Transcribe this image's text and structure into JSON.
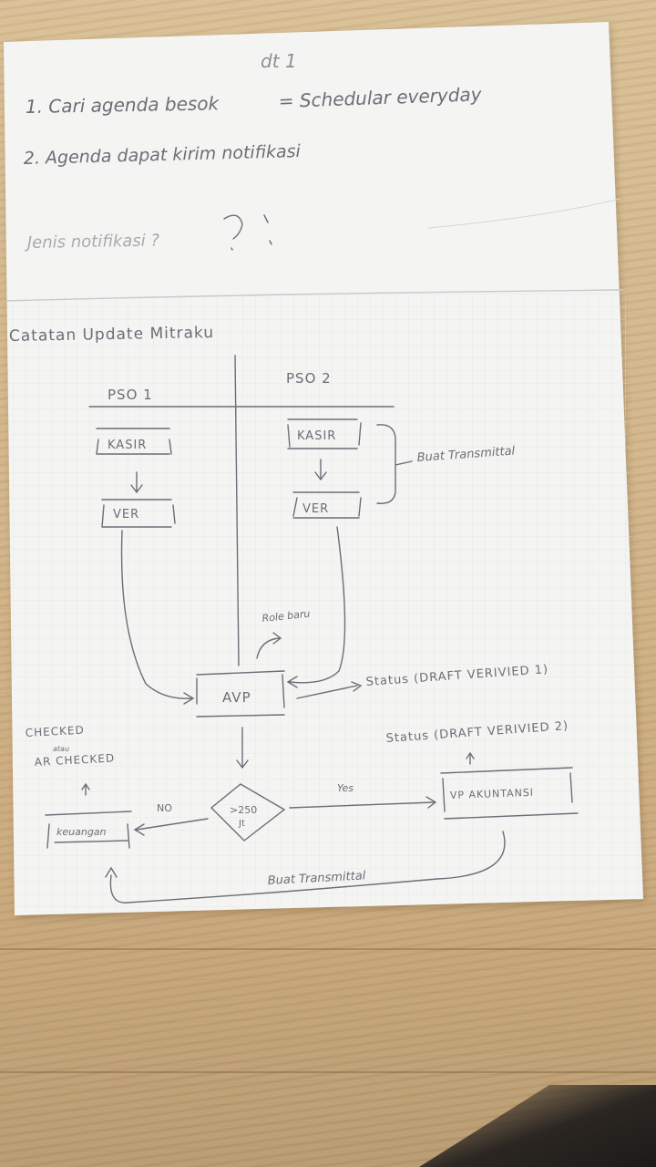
{
  "notes": {
    "heading": "dt 1",
    "item1": "1. Cari agenda besok",
    "item1_eq": "= Schedular everyday",
    "item2": "2. Agenda dapat kirim notifikasi",
    "item3": "Jenis notifikasi ?"
  },
  "diagram": {
    "title": "Catatan Update Mitraku",
    "lane1": "PSO 1",
    "lane2": "PSO 2",
    "kasir": "KASIR",
    "ver": "VER",
    "buat_transmittal_top": "Buat Transmittal",
    "role_baru": "Role baru",
    "avp": "AVP",
    "status1": "Status (DRAFT VERIVIED 1)",
    "status2": "Status (DRAFT VERIVIED 2)",
    "decision": ">250",
    "decision_unit": "Jt",
    "yes": "Yes",
    "no": "NO",
    "vp": "VP AKUNTANSI",
    "keuangan": "keuangan",
    "checked_line1": "CHECKED",
    "checked_line2": "atau",
    "checked_line3": "AR CHECKED",
    "buat_transmittal_bottom": "Buat Transmittal"
  },
  "colors": {
    "ink": "#6d6d78",
    "paper": "#f4f4f2",
    "table": "#d2b58a"
  }
}
